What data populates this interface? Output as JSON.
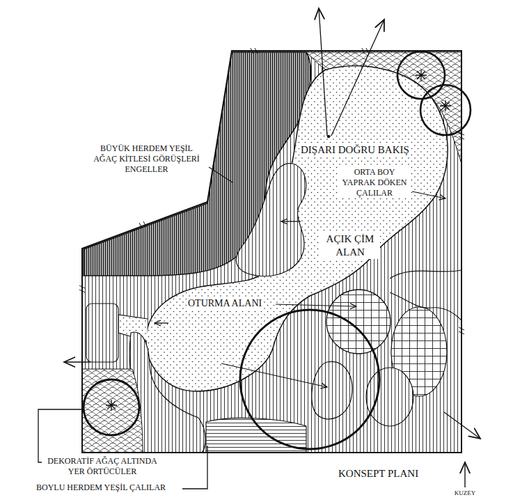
{
  "diagram": {
    "title": "KONSEPT PLANI",
    "labels": [
      "BÜYÜK HERDEM YEŞİL AĞAÇ KİTLESİ GÖRÜŞLERİ ENGELLER",
      "DIŞARI DOĞRU BAKIŞ",
      "ORTA BOY YAPRAK DÖKEN ÇALILAR",
      "AÇIK ÇİM ALAN",
      "OTURMA ALANI",
      "DEKORATİF AĞAÇ ALTINDA YER ÖRTÜCÜLER",
      "BOYLU HERDEM YEŞİL ÇALILAR",
      "KUZEY"
    ]
  }
}
